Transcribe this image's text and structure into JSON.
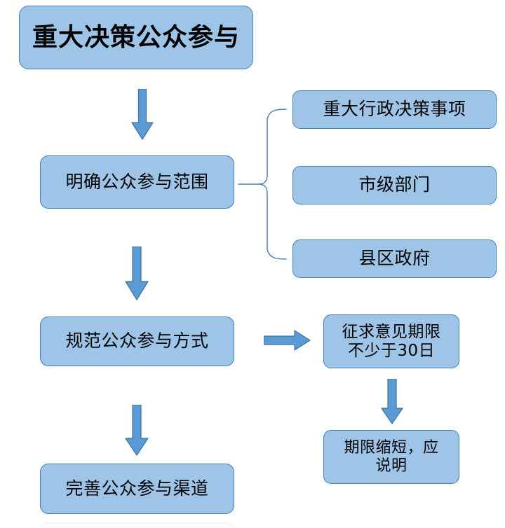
{
  "diagram": {
    "title_box": {
      "label": "重大决策公众参与",
      "name": "title-box"
    },
    "main_steps": [
      {
        "label": "明确公众参与范围",
        "name": "step-box-scope"
      },
      {
        "label": "规范公众参与方式",
        "name": "step-box-method"
      },
      {
        "label": "完善公众参与渠道",
        "name": "step-box-channel"
      }
    ],
    "scope_branches": [
      {
        "label": "重大行政决策事项",
        "name": "branch-box-major-items"
      },
      {
        "label": "市级部门",
        "name": "branch-box-city-department"
      },
      {
        "label": "县区政府",
        "name": "branch-box-county-government"
      }
    ],
    "method_branch": [
      {
        "label": "征求意见期限\n不少于30日",
        "name": "note-box-comment-period"
      },
      {
        "label": "期限缩短，应\n说明",
        "name": "note-box-shortened-period"
      }
    ],
    "connectors": [
      {
        "name": "arrow-title-to-scope",
        "type": "arrow-down"
      },
      {
        "name": "arrow-scope-to-method",
        "type": "arrow-down"
      },
      {
        "name": "arrow-method-to-channel",
        "type": "arrow-down"
      },
      {
        "name": "arrow-method-to-period",
        "type": "arrow-right"
      },
      {
        "name": "arrow-period-to-shorten",
        "type": "arrow-down"
      },
      {
        "name": "brace-scope-to-branches",
        "type": "curly-brace"
      }
    ],
    "colors": {
      "box_fill": "#9EC5E8",
      "box_border": "#4A7EB0",
      "arrow_fill": "#5B9BD5",
      "arrow_border": "#41719C",
      "brace_stroke": "#4A7EB0",
      "text": "#000000",
      "background": "#FFFFFF"
    }
  }
}
